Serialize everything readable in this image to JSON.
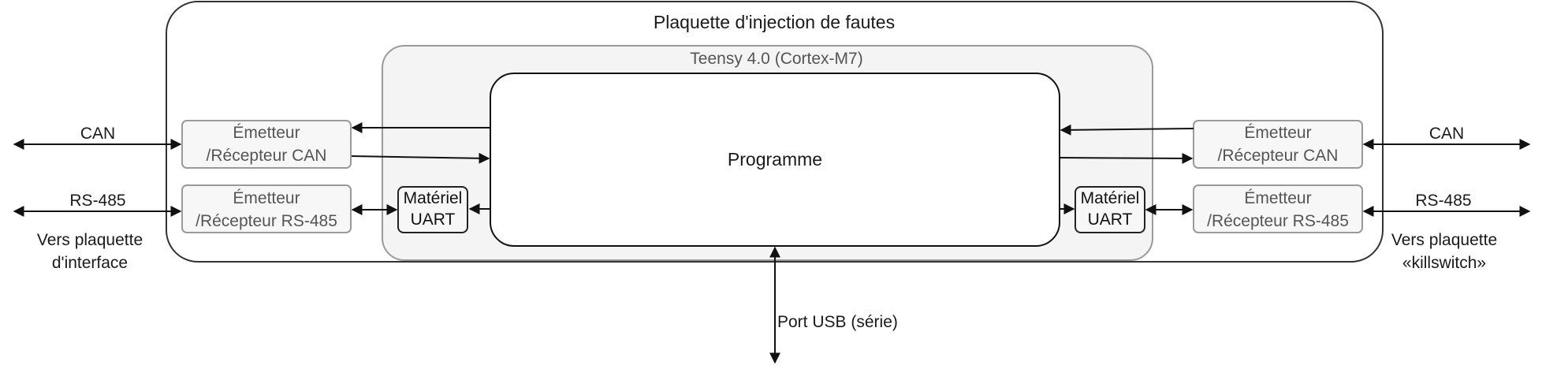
{
  "diagram": {
    "board_title": "Plaquette d'injection de fautes",
    "teensy_title": "Teensy 4.0 (Cortex-M7)",
    "program_label": "Programme",
    "left": {
      "can_label": "CAN",
      "rs485_label": "RS-485",
      "dest_line1": "Vers plaquette",
      "dest_line2": "d'interface",
      "can_transceiver_line1": "Émetteur",
      "can_transceiver_line2": "/Récepteur CAN",
      "rs485_transceiver_line1": "Émetteur",
      "rs485_transceiver_line2": "/Récepteur RS-485",
      "uart_line1": "Matériel",
      "uart_line2": "UART"
    },
    "right": {
      "can_label": "CAN",
      "rs485_label": "RS-485",
      "dest_line1": "Vers plaquette",
      "dest_line2": "«killswitch»",
      "can_transceiver_line1": "Émetteur",
      "can_transceiver_line2": "/Récepteur CAN",
      "rs485_transceiver_line1": "Émetteur",
      "rs485_transceiver_line2": "/Récepteur RS-485",
      "uart_line1": "Matériel",
      "uart_line2": "UART"
    },
    "usb_label": "Port USB (série)",
    "colors": {
      "stroke": "#222222",
      "grey_stroke": "#9a9a9a",
      "teensy_fill": "#f4f4f4",
      "box_fill": "#f7f7f7",
      "grey_text": "#555555"
    }
  }
}
